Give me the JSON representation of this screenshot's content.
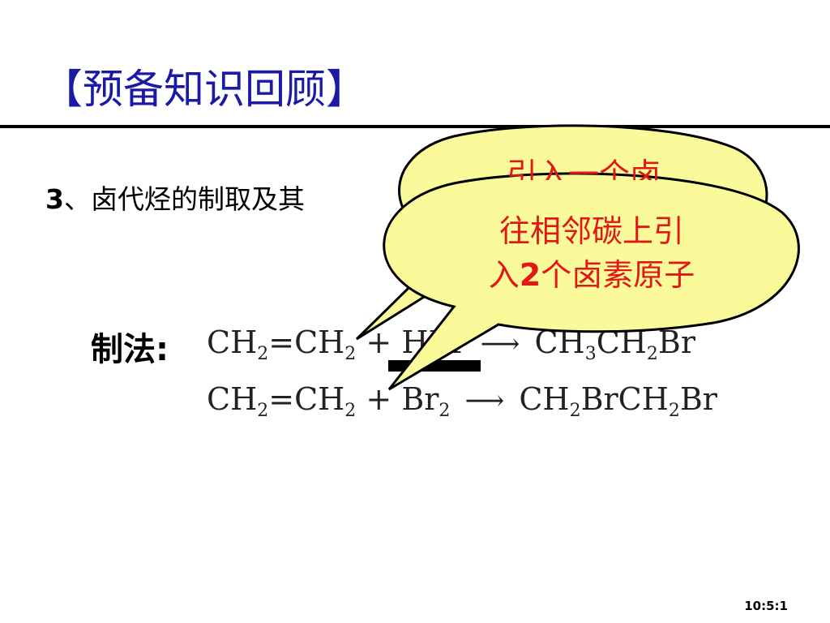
{
  "slide": {
    "title": "【预备知识回顾】",
    "section_number": "3",
    "section_text": "、卤代烃的制取及其",
    "method_label": "制法",
    "method_colon": ":"
  },
  "equations": [
    {
      "lhs_a": "CH",
      "lhs_a_sub": "2",
      "eq_sign": "=",
      "lhs_b": "CH",
      "lhs_b_sub": "2",
      "plus": "+",
      "reagent": "HBr",
      "arrow": "⟶",
      "product": [
        {
          "t": "CH",
          "s": "3"
        },
        {
          "t": "CH",
          "s": "2"
        },
        {
          "t": "Br",
          "s": ""
        }
      ]
    },
    {
      "lhs_a": "CH",
      "lhs_a_sub": "2",
      "eq_sign": "=",
      "lhs_b": "CH",
      "lhs_b_sub": "2",
      "plus": "+",
      "reagent": "Br",
      "reagent_sub": "2",
      "arrow": "⟶",
      "product": [
        {
          "t": "CH",
          "s": "2"
        },
        {
          "t": "BrCH",
          "s": "2"
        },
        {
          "t": "Br",
          "s": ""
        }
      ]
    }
  ],
  "callouts": {
    "back_text": "引入一个卤",
    "front_line1": "往相邻碳上引",
    "front_line2_a": "入",
    "front_line2_b": "2",
    "front_line2_c": "个卤素原子",
    "fill_color": "#fafa9a",
    "text_color": "#e01818"
  },
  "page_number": "10:5:1"
}
